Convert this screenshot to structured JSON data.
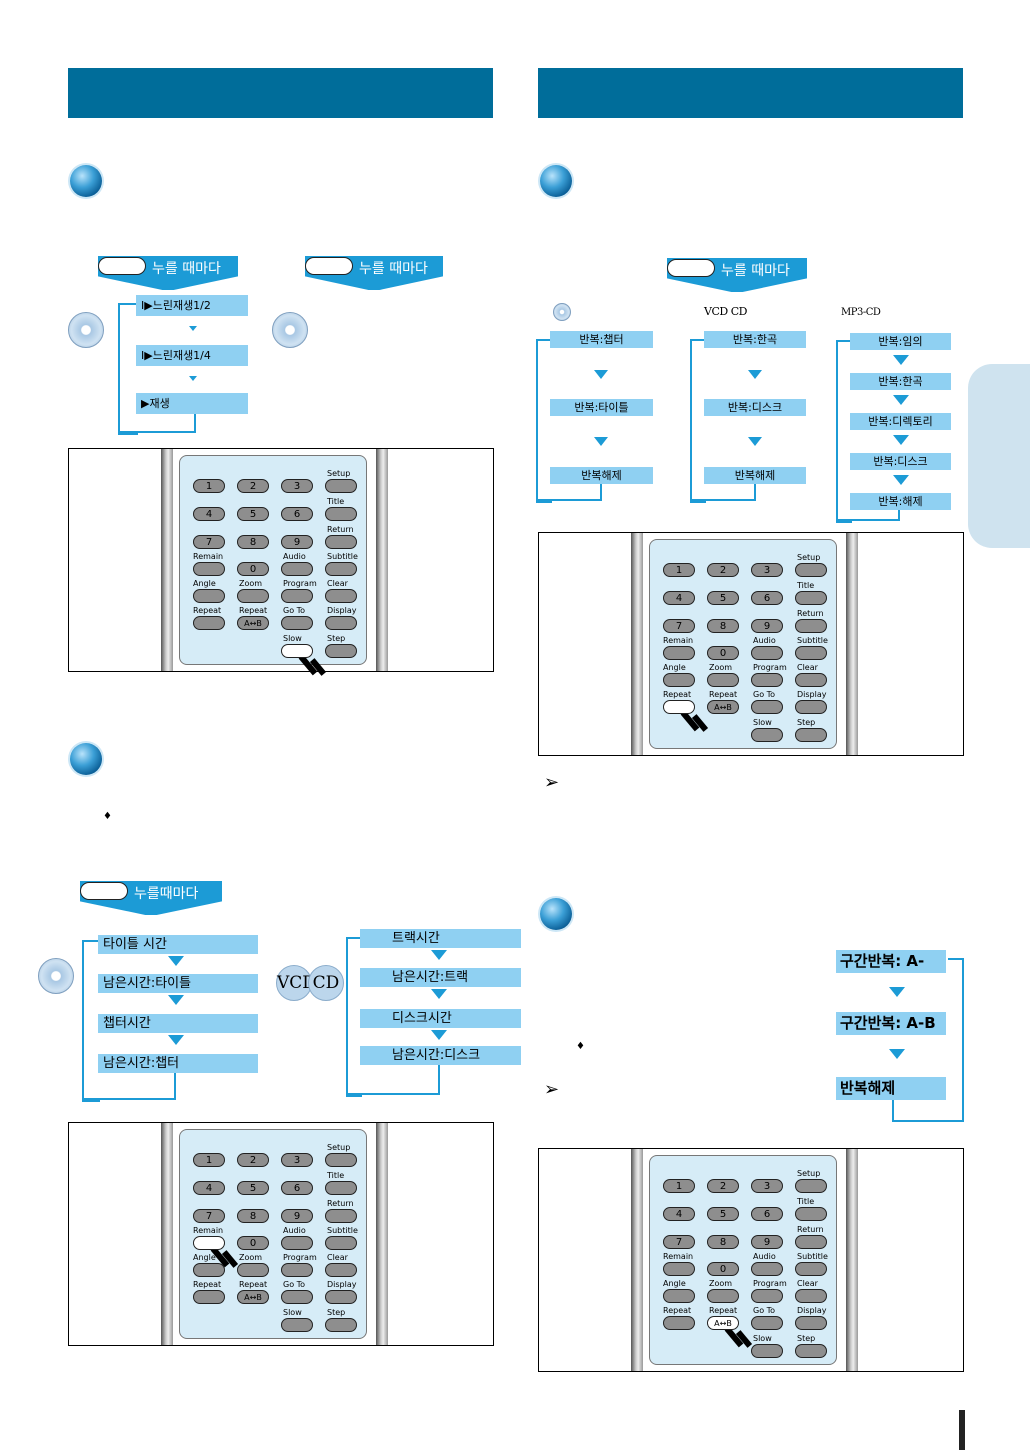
{
  "common": {
    "press_each_time": "누를 때마다"
  },
  "left_top": {
    "slow_steps": [
      "I▶느린재생1/2",
      "I▶느린재생1/4",
      "▶재생"
    ],
    "press_label": "누를 때마다"
  },
  "left_bottom": {
    "press_label": "누를때마다",
    "dvd_steps": [
      "타이틀 시간",
      "남은시간:타이틀",
      "챕터시간",
      "남은시간:챕터"
    ],
    "cd_steps": [
      "트랙시간",
      "남은시간:트랙",
      "디스크시간",
      "남은시간:디스크"
    ],
    "cd_badges": [
      "VCD",
      "CD"
    ]
  },
  "right_top": {
    "dvd_steps": [
      "반복:챕터",
      "반복:타이틀",
      "반복해제"
    ],
    "vcd_badges": [
      "VCD",
      "CD"
    ],
    "vcd_steps": [
      "반복:한곡",
      "반복:디스크",
      "반복해제"
    ],
    "mp3_badge": "MP3-CD",
    "mp3_steps": [
      "반복:임의",
      "반복:한곡",
      "반복:디렉토리",
      "반복:디스크",
      "반복:해제"
    ]
  },
  "right_bottom": {
    "ab_steps": [
      "구간반복: A-",
      "구간반복: A-B",
      "반복해제"
    ]
  },
  "remote": {
    "digits": [
      "1",
      "2",
      "3",
      "4",
      "5",
      "6",
      "7",
      "8",
      "9",
      "0"
    ],
    "labels": {
      "setup": "Setup",
      "title": "Title",
      "return": "Return",
      "remain": "Remain",
      "audio": "Audio",
      "subtitle": "Subtitle",
      "angle": "Angle",
      "zoom": "Zoom",
      "program": "Program",
      "clear": "Clear",
      "repeat": "Repeat",
      "repeat_ab": "Repeat",
      "goto": "Go To",
      "display": "Display",
      "slow": "Slow",
      "step": "Step",
      "ab": "A↔B"
    }
  },
  "symbols": {
    "note_arrow": "➢",
    "diamond": "♦"
  }
}
